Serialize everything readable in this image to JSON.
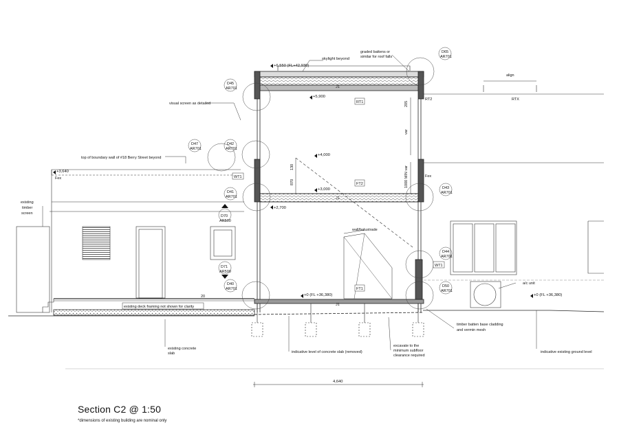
{
  "title": "Section C2 @ 1:50",
  "note": "*dimensions of existing building are nominal only",
  "levels": {
    "roof": "+6,550 (FL+42,930)",
    "ceiling": "+5,900",
    "upper_parapet": "+4,000",
    "first_floor": "+3,000",
    "first_floor_under": "+2,700",
    "existing_wall_top": "+3,640",
    "ground_floor": "+0 (FL +36,380)",
    "existing_ground": "+0 (FL +36,380)"
  },
  "labels": {
    "skylight": "skylight beyond",
    "graded_battens_1": "graded battens or",
    "graded_battens_2": "similar for roof falls",
    "align": "align",
    "rtx": "RTX",
    "rt2": "RT2",
    "rt1": "RT1",
    "visual_screen": "visual screen as detailed",
    "boundary_wall": "top of boundary wall of #18 Berry Street beyond",
    "fex_left": "Fex",
    "fex_right": "Fex",
    "existing_timber_1": "existing",
    "existing_timber_2": "timber",
    "existing_timber_3": "screen",
    "wt1_left": "WT1",
    "wt1_right": "WT1",
    "ft2": "FT2",
    "ft1": "FT1",
    "j1_upper": "J1",
    "j1_lower": "J1",
    "j1_roof": "J1",
    "wall_balustrade": "wall/balustrade",
    "ac_unit": "a/c unit",
    "deck_note": "existing deck framing not shown for clarity",
    "twenty": "20",
    "existing_slab_1": "existing concrete",
    "existing_slab_2": "slab",
    "indicative_slab": "indicative level of concrete slab (removed)",
    "excavate_1": "excavate to the",
    "excavate_2": "minimum subfloor",
    "excavate_3": "clearance required",
    "timber_batten_1": "timber batten base cladding",
    "timber_batten_2": "and vermin mesh",
    "indicative_ground": "indicative existing ground level",
    "dim_width": "4,640",
    "dim_205": "205",
    "dim_var": "var",
    "dim_1000": "1000 MIN var",
    "dim_870": "870",
    "dim_130": "130"
  },
  "details": [
    {
      "code": "D65",
      "sheet": "AR701"
    },
    {
      "code": "D45",
      "sheet": "AR701"
    },
    {
      "code": "D47",
      "sheet": "AR701"
    },
    {
      "code": "D42",
      "sheet": "AR701"
    },
    {
      "code": "D41",
      "sheet": "AR701"
    },
    {
      "code": "D70",
      "sheet": "AR500"
    },
    {
      "code": "D71",
      "sheet": "AR500"
    },
    {
      "code": "D40",
      "sheet": "AR701"
    },
    {
      "code": "D43",
      "sheet": "AR701"
    },
    {
      "code": "D44",
      "sheet": "AR701"
    },
    {
      "code": "D50",
      "sheet": "AR701"
    }
  ]
}
